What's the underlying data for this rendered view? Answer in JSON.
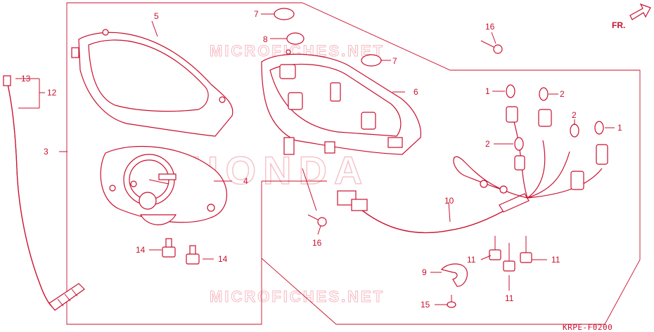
{
  "diagram": {
    "brand_watermark": "HONDA",
    "site_watermark": "MICROFICHES.NET",
    "diagram_code": "KRPE-F0200",
    "direction_label": "FR.",
    "colors": {
      "line": "#c8102e",
      "watermark": "#f4b9c1"
    },
    "callouts": {
      "n1a": "1",
      "n1b": "1",
      "n2a": "2",
      "n2b": "2",
      "n2c": "2",
      "n3": "3",
      "n4": "4",
      "n5": "5",
      "n6": "6",
      "n7a": "7",
      "n7b": "7",
      "n8": "8",
      "n9": "9",
      "n10": "10",
      "n11a": "11",
      "n11b": "11",
      "n11c": "11",
      "n12": "12",
      "n13": "13",
      "n14a": "14",
      "n14b": "14",
      "n15": "15",
      "n16a": "16",
      "n16b": "16"
    }
  }
}
